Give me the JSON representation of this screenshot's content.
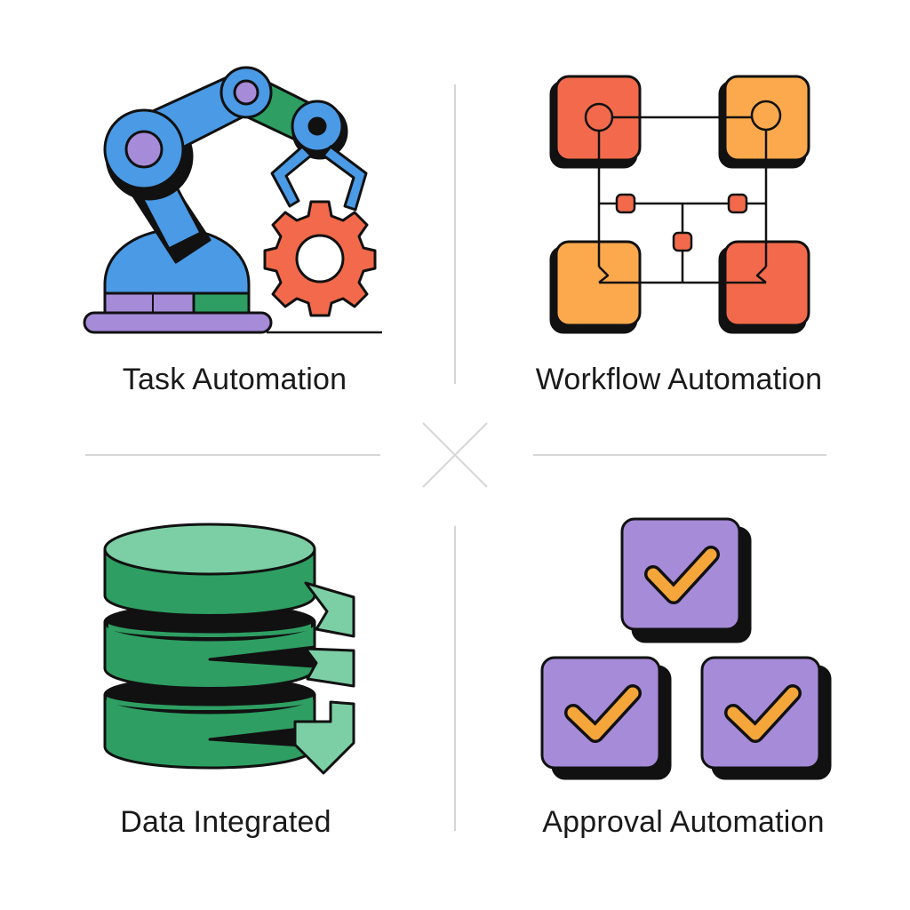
{
  "quadrants": {
    "task": {
      "label": "Task Automation",
      "icon": "robot-arm-gear-icon"
    },
    "workflow": {
      "label": "Workflow Automation",
      "icon": "workflow-nodes-icon"
    },
    "data": {
      "label": "Data Integrated",
      "icon": "database-stack-icon"
    },
    "approval": {
      "label": "Approval Automation",
      "icon": "approval-checkboxes-icon"
    }
  },
  "colors": {
    "blue": "#4a9ae6",
    "purple": "#a68bd9",
    "green": "#2e9e62",
    "light_green": "#7ccfa4",
    "red_orange": "#f26a4b",
    "amber": "#fba94c",
    "check": "#f5a63a",
    "outline": "#111111",
    "divider": "#d6d6d6"
  }
}
